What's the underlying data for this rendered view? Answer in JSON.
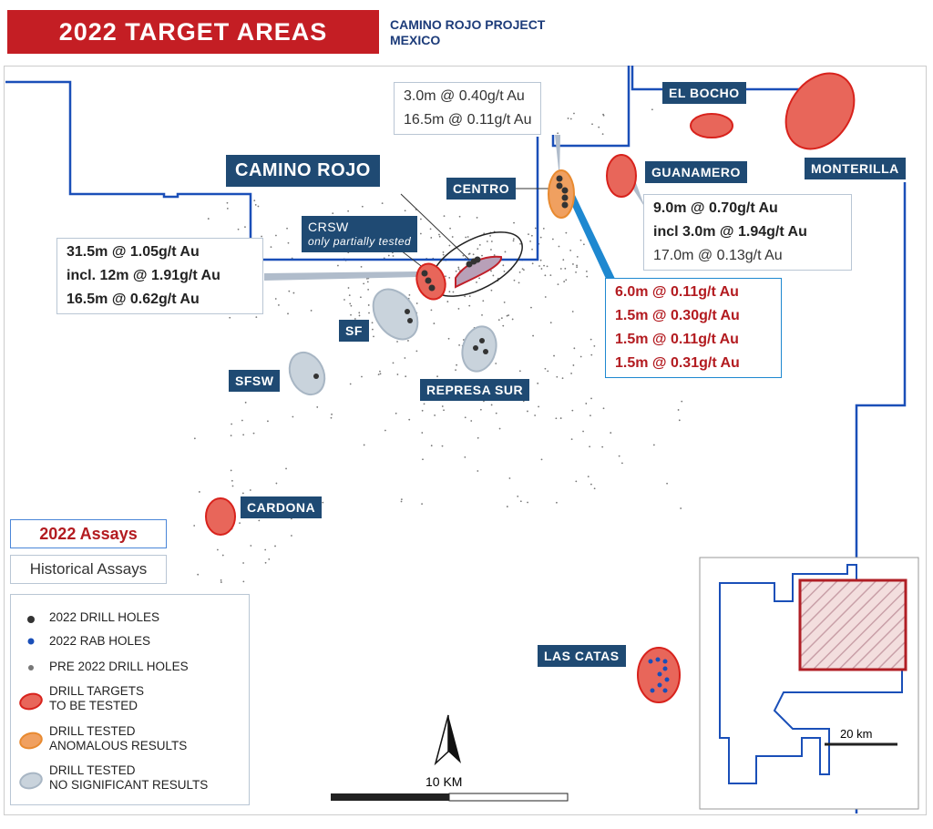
{
  "header": {
    "title": "2022 TARGET AREAS",
    "project_line1": "CAMINO ROJO PROJECT",
    "project_line2": "MEXICO"
  },
  "labels": {
    "camino_rojo": "CAMINO ROJO",
    "crsw": "CRSW",
    "crsw_note": "only partially tested",
    "centro": "CENTRO",
    "el_bocho": "EL BOCHO",
    "guanamero": "GUANAMERO",
    "monterilla": "MONTERILLA",
    "sf": "SF",
    "sfsw": "SFSW",
    "represa_sur": "REPRESA SUR",
    "cardona": "CARDONA",
    "las_catas": "LAS CATAS"
  },
  "assays": {
    "centro_top": [
      "3.0m @ 0.40g/t Au",
      "16.5m @ 0.11g/t Au"
    ],
    "crsw": [
      "31.5m @ 1.05g/t Au",
      "incl. 12m @ 1.91g/t Au",
      "16.5m @ 0.62g/t Au"
    ],
    "guanamero": [
      "9.0m @ 0.70g/t Au",
      "incl 3.0m @ 1.94g/t Au",
      "17.0m @ 0.13g/t Au"
    ],
    "centro_2022": [
      "6.0m @ 0.11g/t Au",
      "1.5m @ 0.30g/t Au",
      "1.5m @ 0.11g/t Au",
      "1.5m @ 0.31g/t Au"
    ]
  },
  "assay_key": {
    "new": "2022 Assays",
    "historical": "Historical Assays"
  },
  "legend": [
    "2022 DRILL HOLES",
    "2022 RAB HOLES",
    "PRE 2022 DRILL HOLES",
    "DRILL TARGETS",
    "TO BE TESTED",
    "DRILL TESTED",
    "ANOMALOUS RESULTS",
    "DRILL TESTED",
    "NO SIGNIFICANT RESULTS"
  ],
  "scale": {
    "main": "10 KM",
    "inset": "20 km"
  },
  "colors": {
    "boundary": "#1a4fb8",
    "target": "#e8665a",
    "anomalous": "#f0a060",
    "tested": "#c9d3dc",
    "label_bg": "#1f4a73",
    "title_bg": "#c41e24"
  }
}
